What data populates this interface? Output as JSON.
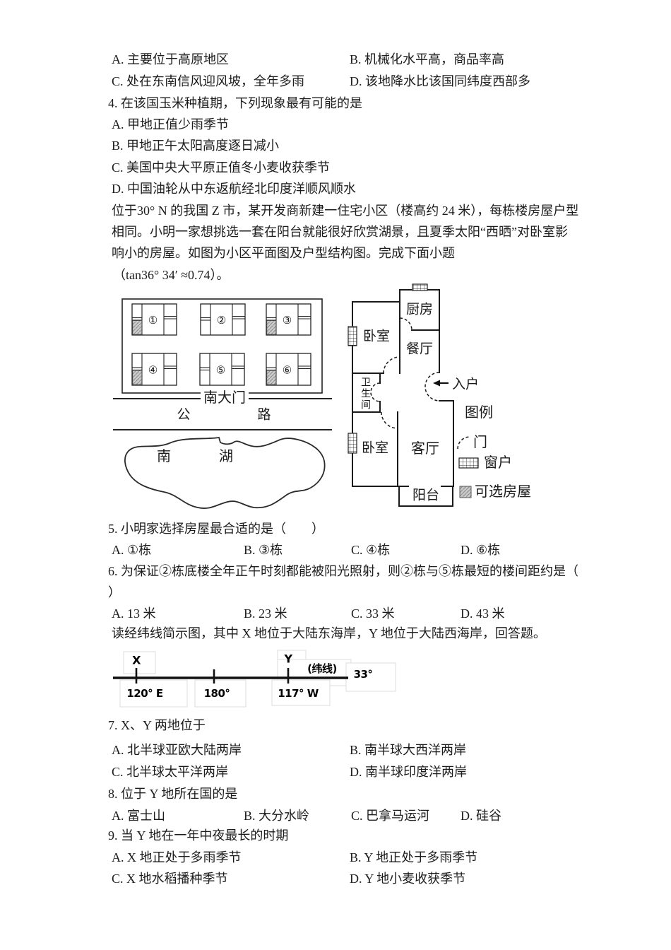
{
  "exam": {
    "q3_options": {
      "A": "A. 主要位于高原地区",
      "B": "B. 机械化水平高，商品率高",
      "C": "C. 处在东南信风迎风坡，全年多雨",
      "D": "D. 该地降水比该国同纬度西部多"
    },
    "q4": {
      "stem": "4. 在该国玉米种植期，下列现象最有可能的是",
      "A": "A. 甲地正值少雨季节",
      "B": "B. 甲地正午太阳高度逐日减小",
      "C": "C. 美国中央大平原正值冬小麦收获季节",
      "D": "D. 中国油轮从中东返航经北印度洋顺风顺水"
    },
    "passage1": {
      "line1": "位于30° N 的我国 Z 市，某开发商新建一住宅小区（楼高约 24 米），每栋楼房屋户型",
      "line2": "相同。小明一家想挑选一套在阳台就能很好欣赏湖景，且夏季太阳“西晒”对卧室影",
      "line3": "响小的房屋。如图为小区平面图及户型结构图。完成下面小题",
      "line4": "（tan36° 34′ ≈0.74）。"
    },
    "q5": {
      "stem": "5. 小明家选择房屋最合适的是（　　）",
      "A": "A. ①栋",
      "B": "B. ③栋",
      "C": "C. ④栋",
      "D": "D. ⑥栋"
    },
    "q6": {
      "stem_line1": "6. 为保证②栋底楼全年正午时刻都能被阳光照射，则②栋与⑤栋最短的楼间距约是（",
      "stem_line2": "）",
      "A": "A. 13 米",
      "B": "B. 23 米",
      "C": "C. 33 米",
      "D": "D. 43 米"
    },
    "passage2": "读经纬线简示图，其中 X 地位于大陆东海岸，Y 地位于大陆西海岸，回答题。",
    "q7": {
      "stem": "7. X、Y 两地位于",
      "A": "A. 北半球亚欧大陆两岸",
      "B": "B. 南半球大西洋两岸",
      "C": "C. 北半球太平洋两岸",
      "D": "D. 南半球印度洋两岸"
    },
    "q8": {
      "stem": "8. 位于 Y 地所在国的是",
      "A": "A. 富士山",
      "B": "B. 大分水岭",
      "C": "C. 巴拿马运河",
      "D": "D. 硅谷"
    },
    "q9": {
      "stem": "9. 当 Y 地在一年中夜最长的时期",
      "A": "A. X 地正处于多雨季节",
      "B": "B. Y 地正处于多雨季节",
      "C": "C. X 地水稻播种季节",
      "D": "D. Y 地小麦收获季节"
    }
  },
  "community_plan": {
    "buildings": [
      "①",
      "②",
      "③",
      "④",
      "⑤",
      "⑥"
    ],
    "shaded_buildings": "①③④⑥",
    "south_gate": "南大门",
    "road": {
      "char1": "公",
      "char2": "路"
    },
    "lake": {
      "char1": "南",
      "char2": "湖"
    }
  },
  "floor_plan": {
    "rooms": {
      "kitchen": "厨房",
      "dining": "餐厅",
      "bedroom_top": "卧室",
      "bedroom_bottom": "卧室",
      "bathroom_c1": "卫",
      "bathroom_c2": "生",
      "bathroom_c3": "间",
      "living": "客厅",
      "balcony": "阳台"
    },
    "entrance_label": "入户",
    "legend": {
      "title": "图例",
      "door": "门",
      "window": "窗户",
      "selectable": "可选房屋"
    }
  },
  "lat_diagram": {
    "point_x": "X",
    "point_y": "Y",
    "line_label": "(纬线)",
    "lat_value": "33°",
    "lon_x": "120° E",
    "lon_mid": "180°",
    "lon_y": "117° W"
  }
}
